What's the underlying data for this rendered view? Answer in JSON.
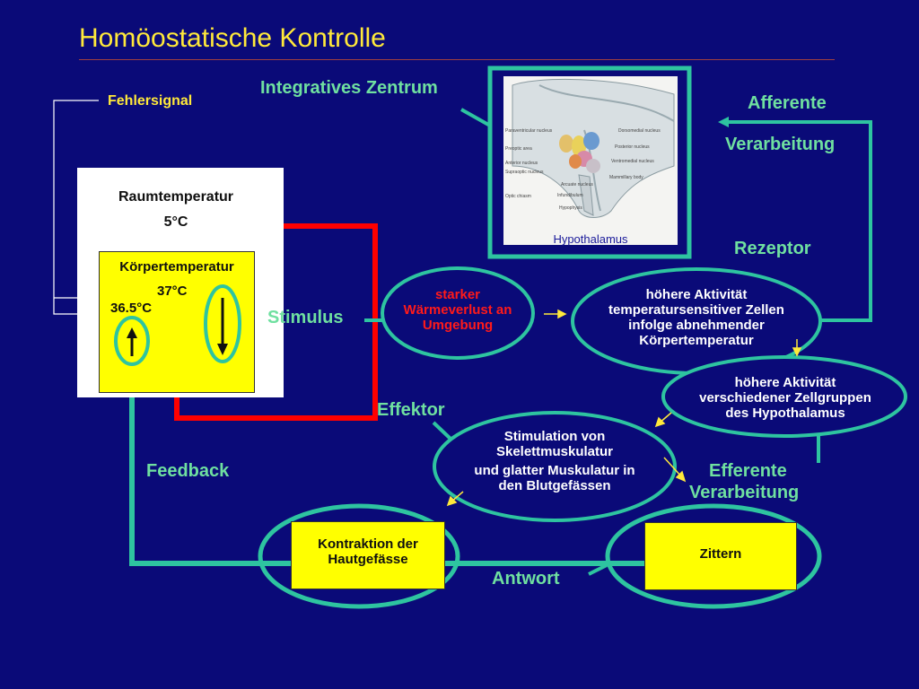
{
  "title": "Homöostatische Kontrolle",
  "labels": {
    "fehlersignal": "Fehlersignal",
    "integratives_zentrum": "Integratives Zentrum",
    "afferente": "Afferente",
    "verarbeitung": "Verarbeitung",
    "rezeptor": "Rezeptor",
    "stimulus": "Stimulus",
    "effektor": "Effektor",
    "feedback": "Feedback",
    "efferente": "Efferente",
    "efferente_verarbeitung": "Verarbeitung",
    "antwort": "Antwort"
  },
  "room": {
    "raumtemperatur": "Raumtemperatur",
    "raum_value": "5°C",
    "koerpertemperatur": "Körpertemperatur",
    "koerper_value": "37°C",
    "low_value": "36.5°C"
  },
  "hypothalamus": {
    "caption": "Hypothalamus",
    "parts": [
      "Paraventricular nucleus",
      "Preoptic area",
      "Anterior nucleus",
      "Supraoptic nucleus",
      "Optic chiasm",
      "Dorsomedial nucleus",
      "Posterior nucleus",
      "Ventromedial nucleus",
      "Mammillary body",
      "Arcuate nucleus",
      "Infundibulum",
      "Hypophysis"
    ]
  },
  "ellipses": {
    "stimulus": [
      "starker",
      "Wärmeverlust an",
      "Umgebung"
    ],
    "receptor": [
      "höhere Aktivität",
      "temperatursensitiver Zellen",
      "infolge abnehmender",
      "Körpertemperatur"
    ],
    "center": [
      "höhere Aktivität",
      "verschiedener Zellgruppen",
      "des Hypothalamus"
    ],
    "effector": [
      "Stimulation von",
      "Skelettmuskulatur",
      "und glatter Muskulatur in",
      "den Blutgefässen"
    ]
  },
  "responses": {
    "left": [
      "Kontraktion der",
      "Hautgefässe"
    ],
    "right": "Zittern"
  },
  "colors": {
    "background": "#0a0a78",
    "title": "#ffe93a",
    "green": "#2ec4a0",
    "red": "#ff0000",
    "yellow_box": "#ffff00"
  }
}
